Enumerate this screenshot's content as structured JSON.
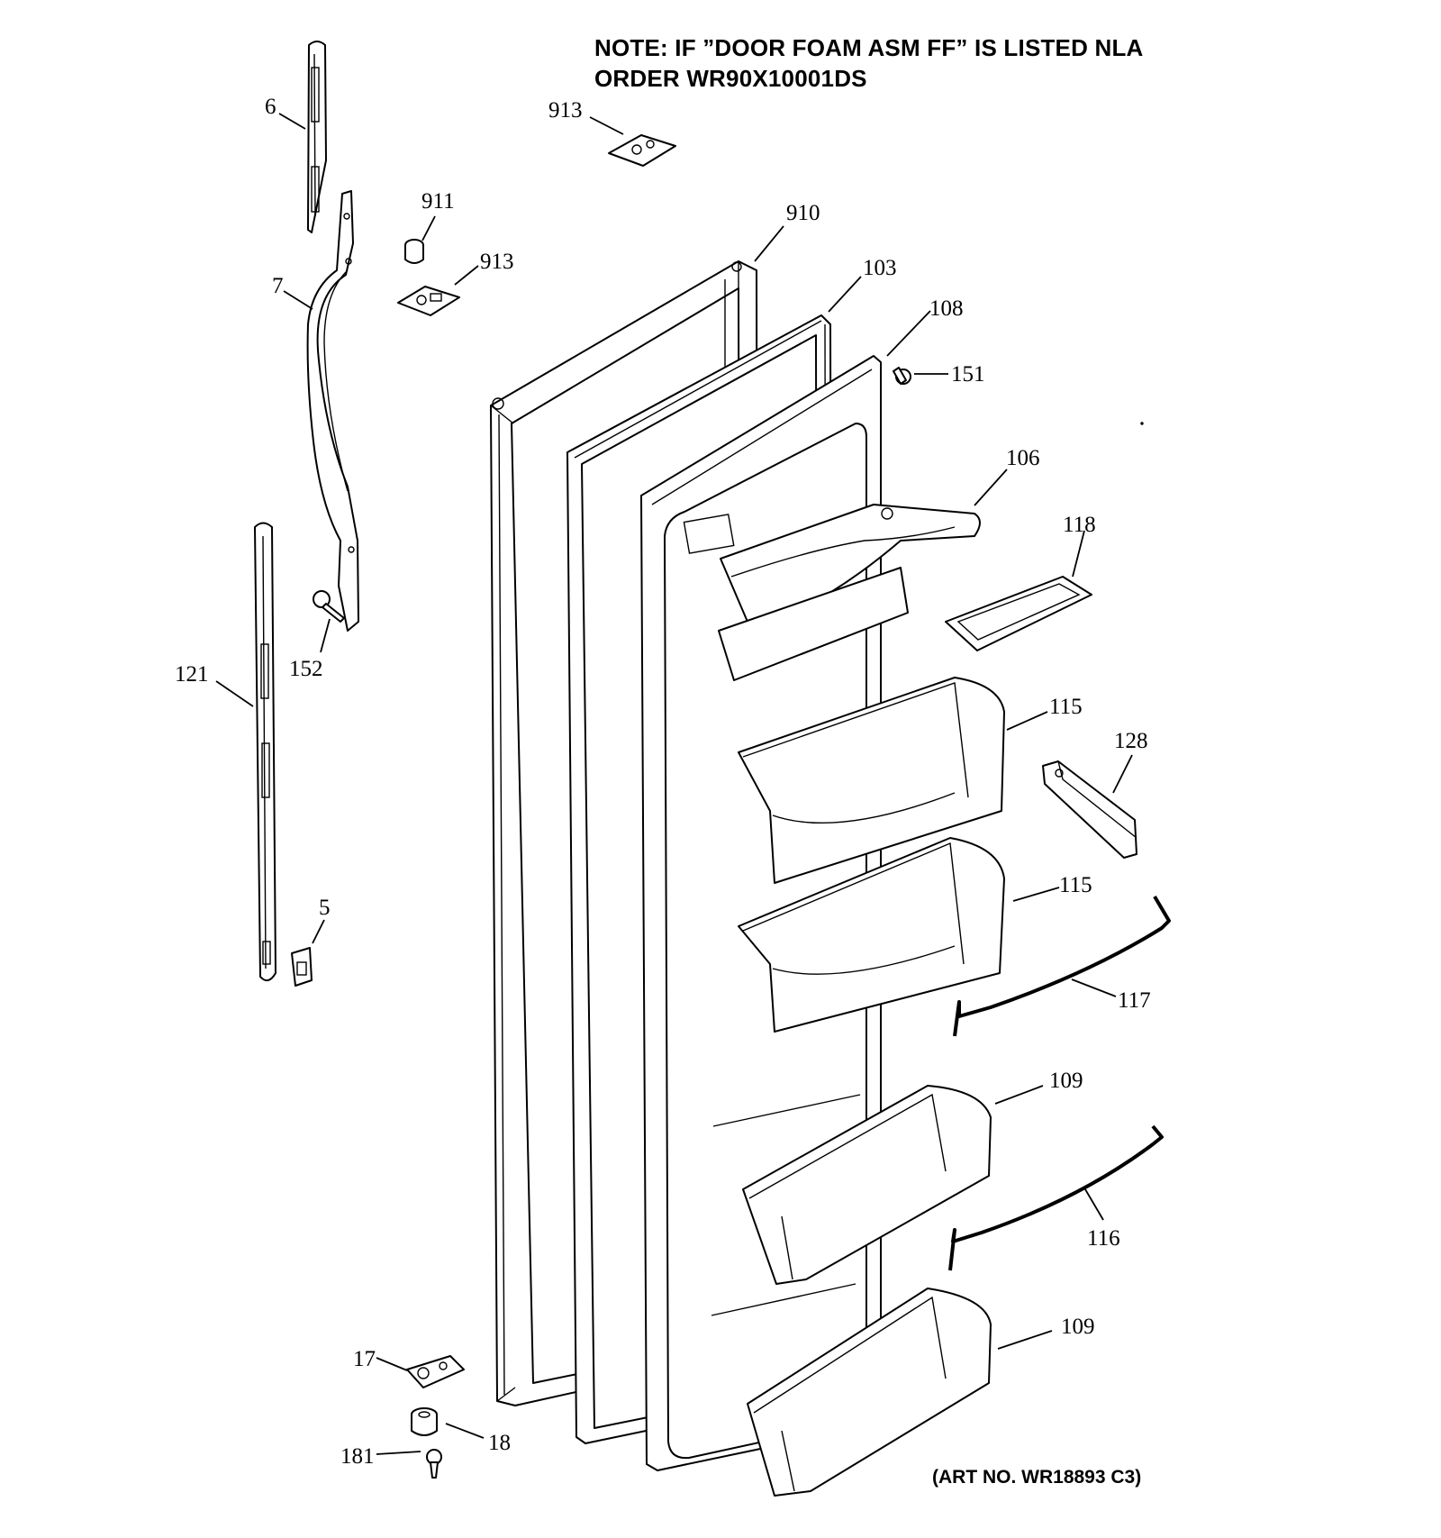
{
  "note": {
    "line1": "NOTE: IF ”DOOR FOAM ASM FF” IS LISTED NLA",
    "line2": "ORDER WR90X10001DS"
  },
  "art_number": "(ART NO. WR18893 C3)",
  "callouts": {
    "p6": "6",
    "p7": "7",
    "p913a": "913",
    "p911": "911",
    "p913b": "913",
    "p910": "910",
    "p103": "103",
    "p108": "108",
    "p151": "151",
    "p106": "106",
    "p118": "118",
    "p152": "152",
    "p121": "121",
    "p115a": "115",
    "p128": "128",
    "p115b": "115",
    "p5": "5",
    "p117": "117",
    "p109a": "109",
    "p116": "116",
    "p109b": "109",
    "p17": "17",
    "p18": "18",
    "p181": "181"
  }
}
